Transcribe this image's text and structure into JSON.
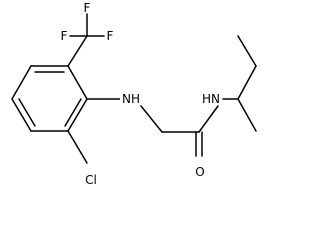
{
  "molecule": {
    "atoms": {
      "F_top": "F",
      "F_left": "F",
      "F_right": "F",
      "Cl": "Cl",
      "NH_aryl": "NH",
      "NH_amide": "HN",
      "O": "O"
    }
  }
}
